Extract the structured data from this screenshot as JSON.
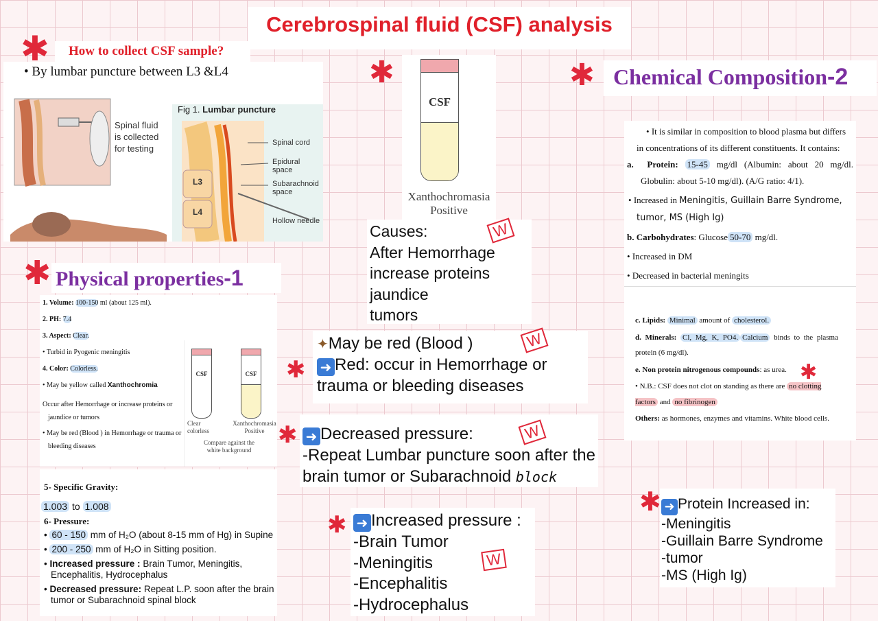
{
  "title": "Cerebrospinal fluid (CSF) analysis",
  "collect": {
    "heading": "How to collect CSF sample?",
    "bullet": "By lumbar puncture between L3 &L4",
    "illus": {
      "caption": "Spinal fluid is collected for testing",
      "fig_label": "Fig 1.",
      "fig_title": "Lumbar puncture",
      "spinal_cord": "Spinal cord",
      "epidural": "Epidural space",
      "subarachnoid": "Subarachnoid space",
      "hollow_needle": "Hollow needle",
      "l3": "L3",
      "l4": "L4"
    }
  },
  "tube_top": {
    "label": "CSF",
    "caption_1": "Xanthochromasia",
    "caption_2": "Positive"
  },
  "causes": {
    "lines": [
      "Causes:",
      "After Hemorrhage",
      "increase proteins",
      "jaundice",
      "tumors"
    ],
    "mark": "W"
  },
  "chemical": {
    "heading": "Chemical Composition",
    "heading_num": "-2",
    "intro": "It is similar in composition to blood plasma but differs in concentrations of its different constituents. It contains:",
    "protein_label": "a.",
    "protein_title": "Protein:",
    "protein_val": "15-45",
    "protein_text": "mg/dl (Albumin: about 20 mg/dl. Globulin: about 5-10 mg/dl). (A/G ratio: 4/1).",
    "inc_prefix": "Increased in",
    "inc_text": "Meningitis, Guillain Barre Syndrome, tumor, MS (High Ig)",
    "carb_label": "b.",
    "carb_title": "Carbohydrates",
    "carb_pre": ": Glucose",
    "carb_val": "50-70",
    "carb_unit": "mg/dl.",
    "carb_inc": "Increased in DM",
    "carb_dec": "Decreased in bacterial meningits",
    "lipids_label": "c. Lipids:",
    "lipids_hl1": "Minimal",
    "lipids_mid": "amount of",
    "lipids_hl2": "cholesterol.",
    "min_label": "d. Minerals:",
    "min_hl": "Cl, Mg, K, PO4.",
    "min_calcium": "Calcium",
    "min_text": "binds to the plasma protein (6 mg/dl).",
    "npn_label": "e. Non protein nitrogenous compounds",
    "npn_text": ": as urea.",
    "nb_text": "N.B.: CSF does not clot on standing as there are",
    "nb_hl1": "no clotting factors",
    "nb_and": "and",
    "nb_hl2": "no fibrinogen",
    "others_label": "Others:",
    "others_text": "as hormones, enzymes and vitamins. White blood cells."
  },
  "physical": {
    "heading": "Physical properties",
    "heading_num": "-1",
    "vol_label": "1. Volume:",
    "vol_val": "100-150",
    "vol_text": "ml (about 125 ml).",
    "ph_label": "2. PH:",
    "ph_val": "7.4",
    "aspect_label": "3. Aspect:",
    "aspect_val": "Clear.",
    "turbid": "Turbid in Pyogenic meningitis",
    "color_label": "4. Color:",
    "color_val": "Colorless.",
    "yellow_pre": "May be yellow called",
    "yellow_word": "Xanthochromia",
    "occur": "Occur after Hemorrhage or increase proteins or jaundice or tumors",
    "red": "May be red (Blood ) in Hemorrhage or trauma or bleeding diseases",
    "tube_label": "CSF",
    "tube1_caption": "Clear colorless",
    "tube2_caption": "Xanthochromasia Positive",
    "compare": "Compare against the white background",
    "sg_title": "5- Specific Gravity:",
    "sg_val1": "1.003",
    "sg_to": "to",
    "sg_val2": "1.008",
    "pressure_title": "6- Pressure:",
    "p1_val": "60 - 150",
    "p1_text": "mm of H₂O (about 8-15 mm of Hg) in Supine",
    "p2_val": "200 - 250",
    "p2_text": "mm of H₂O in Sitting position.",
    "p3_bold": "Increased pressure :",
    "p3_text": "Brain Tumor, Meningitis, Encephalitis, Hydrocephalus",
    "p4_bold": "Decreased pressure:",
    "p4_text": "Repeat L.P. soon after the brain tumor or Subarachnoid spinal block"
  },
  "red_box": {
    "line1": "May be red (Blood )",
    "line2": "Red: occur in Hemorrhage or trauma or bleeding diseases",
    "mark": "W"
  },
  "decreased": {
    "title": "Decreased pressure:",
    "text": "-Repeat Lumbar puncture soon after the brain tumor or Subarachnoid",
    "handwritten": "block",
    "mark": "W"
  },
  "increased": {
    "title": "Increased pressure :",
    "items": [
      "-Brain Tumor",
      "-Meningitis",
      "-Encephalitis",
      "-Hydrocephalus"
    ],
    "mark": "W"
  },
  "protein_box": {
    "title": "Protein Increased in:",
    "items": [
      "-Meningitis",
      "-Guillain Barre Syndrome",
      "-tumor",
      "-MS (High Ig)"
    ]
  },
  "colors": {
    "title_red": "#e0202a",
    "purple": "#7b2fa0",
    "star_red": "#e0283a",
    "highlight_blue": "#cfe3f7",
    "highlight_pink": "#f5c3c6",
    "grid_pink": "#ecc9cf"
  },
  "icons": [
    "asterisk-star-icon",
    "magic-wand-icon",
    "arrow-right-icon",
    "w-stamp-icon"
  ]
}
